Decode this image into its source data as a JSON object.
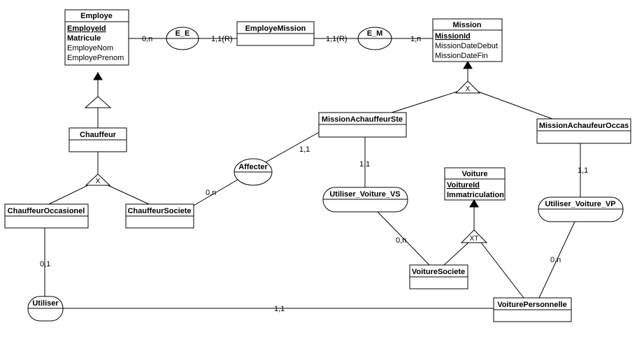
{
  "entities": {
    "employe": {
      "title": "Employe",
      "attrs": [
        "EmployeId",
        "Matricule",
        "EmployeNom",
        "EmployePrenom"
      ]
    },
    "employe_mission": {
      "title": "EmployeMission"
    },
    "mission": {
      "title": "Mission",
      "attrs": [
        "MissionId",
        "MissionDateDebut",
        "MissionDateFin"
      ]
    },
    "chauffeur": {
      "title": "Chauffeur"
    },
    "mission_ste": {
      "title": "MissionAchauffeurSte"
    },
    "mission_occas": {
      "title": "MissionAchaufeurOccas"
    },
    "voiture": {
      "title": "Voiture",
      "attrs": [
        "VoitureId",
        "Immatriculation"
      ]
    },
    "chauffeur_occ": {
      "title": "ChauffeurOccasionel"
    },
    "chauffeur_soc": {
      "title": "ChauffeurSociete"
    },
    "voiture_soc": {
      "title": "VoitureSociete"
    },
    "voiture_perso": {
      "title": "VoiturePersonnelle"
    }
  },
  "relations": {
    "e_e": "E_E",
    "e_m": "E_M",
    "affecter": "Affecter",
    "utiliser_vs": "Utiliser_Voiture_VS",
    "utiliser_vp": "Utiliser_Voiture_VP",
    "utiliser": "Utiliser"
  },
  "inheritance": {
    "mission_x": "X",
    "chauffeur_x": "X",
    "voiture_xt": "XT"
  },
  "cardinalities": {
    "employe_ee": "0,n",
    "ee_em": "1,1(R)",
    "em_emm": "1,1(R)",
    "emm_mission": "1,n",
    "ste_affecter": "1,1",
    "affecter_soc": "0,n",
    "ste_vs": "1,1",
    "vs_voitsoc": "0,n",
    "occas_vp": "1,1",
    "vp_voitperso": "0,n",
    "occ_utiliser": "0,1",
    "utiliser_voitperso": "1,1"
  }
}
